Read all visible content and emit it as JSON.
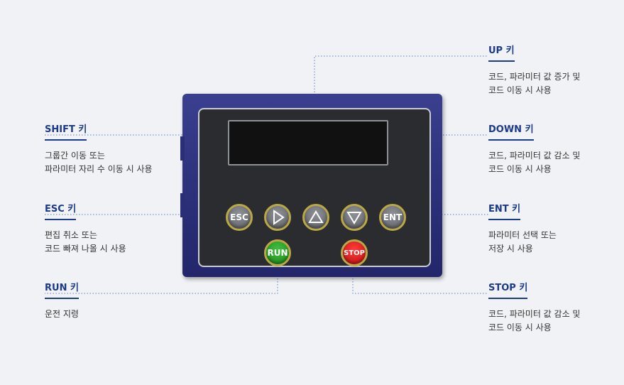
{
  "callouts": {
    "up": {
      "title": "UP 키",
      "desc": "코드, 파라미터 값 증가 및\n코드 이동 시 사용"
    },
    "shift": {
      "title": "SHIFT 키",
      "desc": "그룹간 이동 또는\n파라미터 자리 수 이동 시 사용"
    },
    "down": {
      "title": "DOWN 키",
      "desc": "코드, 파라미터 값 감소 및\n코드 이동 시 사용"
    },
    "esc": {
      "title": "ESC 키",
      "desc": "편집 취소 또는\n코드 빠져 나올 시 사용"
    },
    "ent": {
      "title": "ENT 키",
      "desc": "파라미터 선택 또는\n저장 시 사용"
    },
    "run": {
      "title": "RUN 키",
      "desc": "운전 지령"
    },
    "stop": {
      "title": "STOP 키",
      "desc": "코드, 파라미터 값 감소 및\n코드 이동 시 사용"
    }
  },
  "keypad": {
    "esc_label": "ESC",
    "ent_label": "ENT",
    "run_label": "RUN",
    "stop_label": "STOP"
  },
  "colors": {
    "accent": "#1b3a8a",
    "device_body": "#2b2f78",
    "run_key": "#1d8a1d",
    "stop_key": "#c4100f"
  }
}
